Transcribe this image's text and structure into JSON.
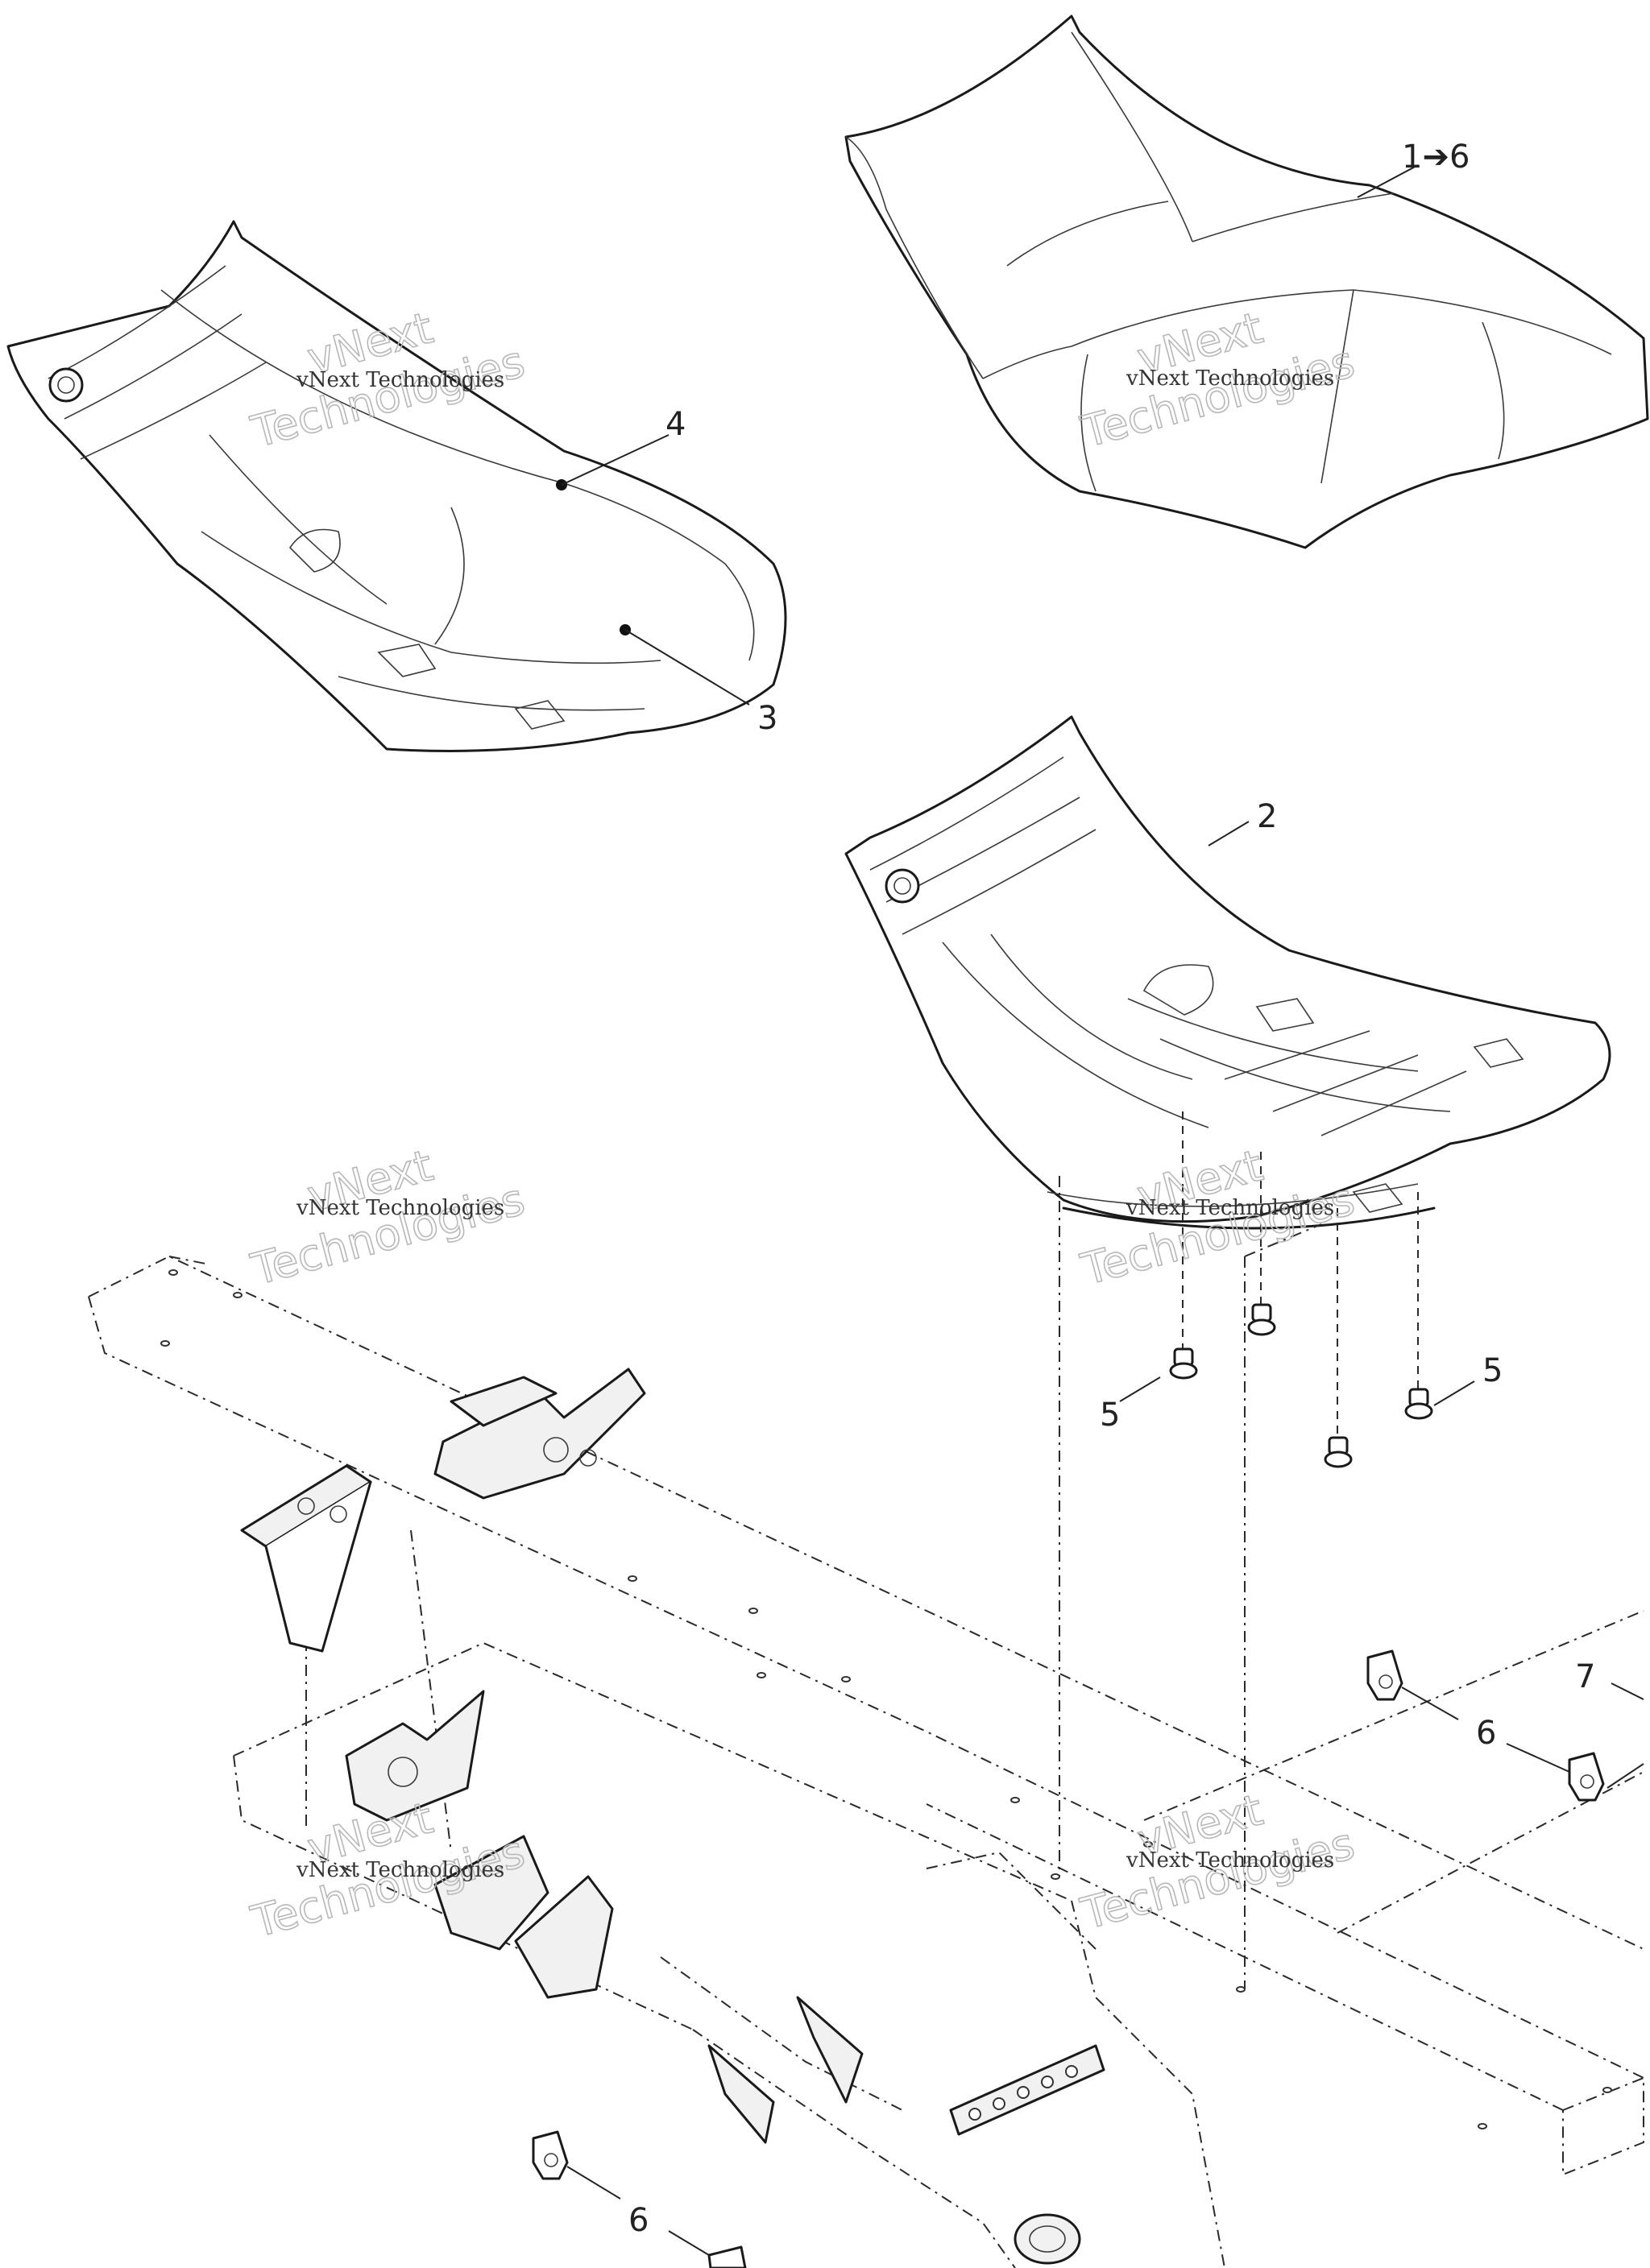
{
  "callouts": {
    "c_1to6": "1➔6",
    "c_2": "2",
    "c_3": "3",
    "c_4": "4",
    "c_5a": "5",
    "c_5b": "5",
    "c_6a": "6",
    "c_6b": "6",
    "c_7": "7"
  },
  "watermark": {
    "small": "vNext Technologies",
    "big_top": "vNext",
    "big_bottom": "Technologies"
  }
}
